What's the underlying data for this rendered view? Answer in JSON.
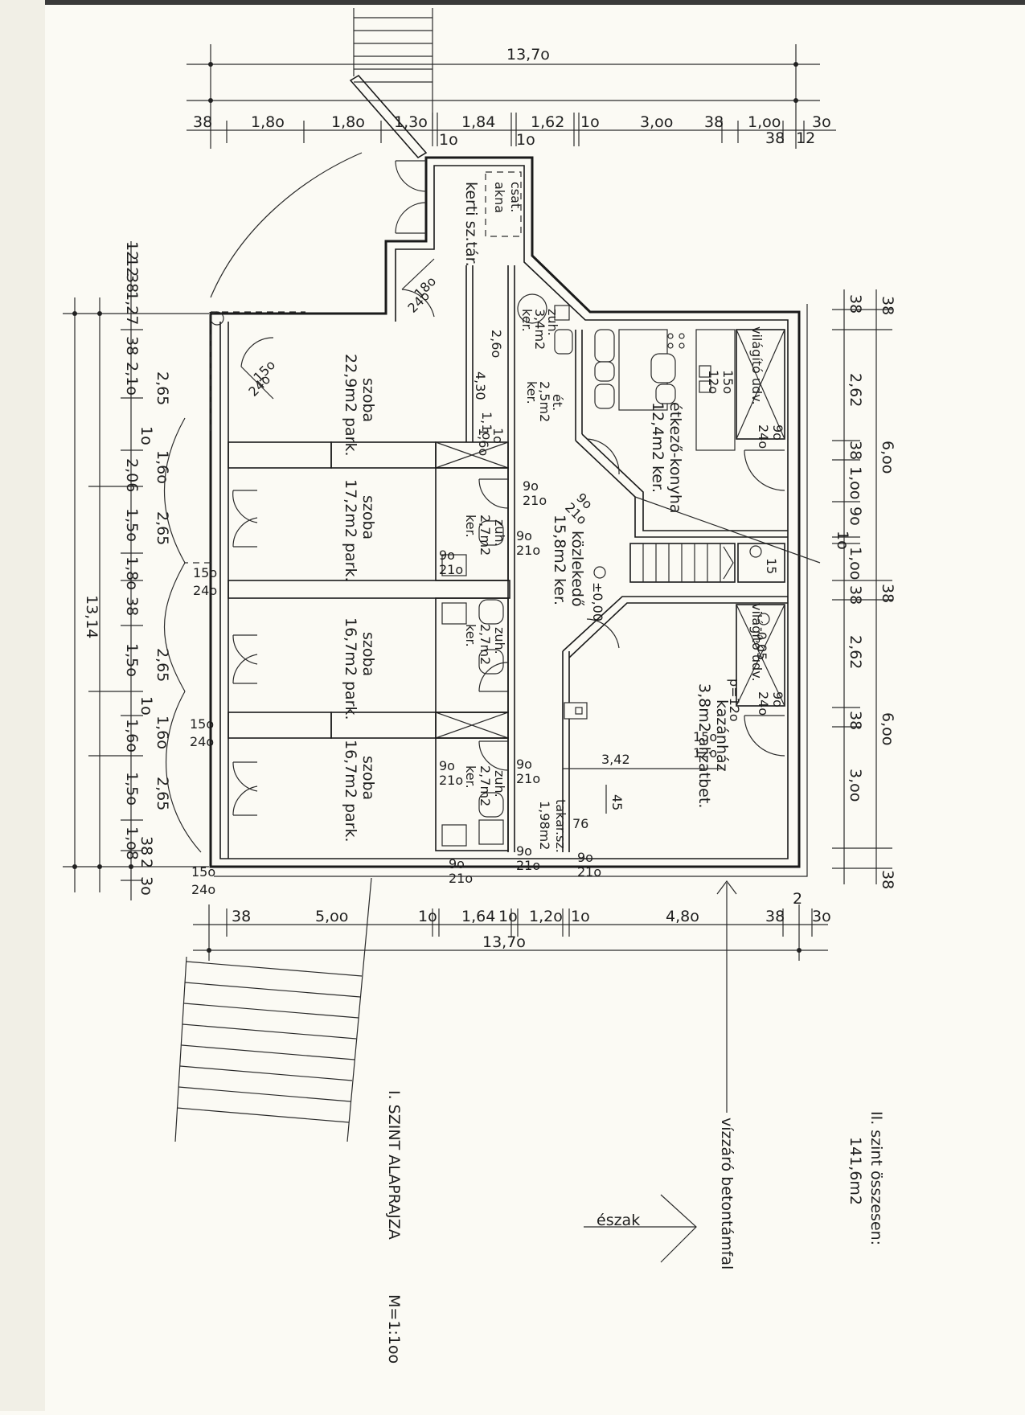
{
  "drawing": {
    "dim_top": {
      "total": "13,7o",
      "seg_1": "38",
      "seg_2": "1,8o",
      "seg_3": "1,8o",
      "seg_4": "1,3o",
      "seg_5": "1,84",
      "seg_6": "1,62",
      "seg_7": "1o",
      "seg_8": "3,oo",
      "seg_9": "38",
      "seg_10": "1,oo",
      "seg_11": "3o",
      "sub_1": "1o",
      "sub_2": "1o",
      "sub_3": "38",
      "sub_4": "12"
    },
    "dim_bottom": {
      "total": "13,7o",
      "seg_1": "38",
      "seg_2": "5,oo",
      "seg_3": "1o",
      "seg_4": "1,64",
      "seg_5": "1o",
      "seg_6": "1,2o",
      "seg_7": "1o",
      "seg_8": "4,8o",
      "seg_9": "38",
      "seg_10": "2",
      "seg_11": "3o"
    },
    "dim_left": {
      "total": "13,14",
      "outer": [
        "12",
        "12",
        "38",
        "1,27",
        "38",
        "2,1o",
        "2,06",
        "1,5o",
        "1,8o",
        "38",
        "1,5o",
        "1,6o",
        "1,5o",
        "1,o8",
        "38",
        "2",
        "3o"
      ],
      "inner": [
        "2,65",
        "1o",
        "1,6o",
        "2,65",
        "2,65",
        "1o",
        "1,6o",
        "2,65"
      ]
    },
    "dim_right": {
      "outer": [
        "38",
        "6,oo",
        "38",
        "6,oo",
        "3,oo",
        "38"
      ],
      "inner": [
        "38",
        "2,62",
        "38",
        "1,oo",
        "9o",
        "1o",
        "1,oo",
        "38",
        "2,62",
        "38"
      ]
    },
    "rooms": {
      "kertitar": "kerti sz.tár.",
      "akna_1": "csat.",
      "akna_2": "akna",
      "szoba1_name": "szoba",
      "szoba1_area": "22,9m2 park.",
      "szoba2_name": "szoba",
      "szoba2_area": "17,2m2 park.",
      "szoba3_name": "szoba",
      "szoba3_area": "16,7m2 park.",
      "szoba4_name": "szoba",
      "szoba4_area": "16,7m2 park.",
      "zuh1_name": "zuh.",
      "zuh1_area": "3,4m2",
      "zuh1_floor": "ker.",
      "wc_name": "ét.",
      "wc_area": "2,5m2",
      "wc_floor": "ker.",
      "etkezo_name": "étkező-konyha",
      "etkezo_area": "12,4m2 ker.",
      "vilagito1": "világító udv.",
      "vilagito2": "világító udv.",
      "kozlekedo_name": "közlekedő",
      "kozlekedo_area": "15,8m2 ker.",
      "zuh2_name": "zuh.",
      "zuh2_area": "2,7m2",
      "zuh2_floor": "ker.",
      "zuh3_name": "zuh.",
      "zuh3_area": "2,7m2",
      "zuh3_floor": "ker.",
      "zuh4_name": "zuh.",
      "zuh4_area": "2,7m2",
      "zuh4_floor": "ker.",
      "kazan_name": "kazánház",
      "kazan_area": "3,8m2 aljzatbet.",
      "takar_name": "takar.sz.",
      "takar_area": "1,98m2"
    },
    "openings": {
      "o1": "15o",
      "o1b": "24o",
      "o2": "18o",
      "o2b": "24o",
      "o3": "15o",
      "o3b": "24o",
      "o4": "15o",
      "o4b": "24o",
      "o5": "15o",
      "o5b": "24o",
      "o6": "15o",
      "o6b": "12o",
      "o7": "15o",
      "o7b": "12o",
      "d1": "9o",
      "d1b": "21o",
      "d2": "9o",
      "d2b": "21o",
      "d3": "9o",
      "d3b": "21o",
      "d4": "9o",
      "d4b": "21o",
      "d5": "9o",
      "d5b": "21o",
      "d6": "9o",
      "d6b": "21o",
      "d7": "9o",
      "d7b": "21o",
      "d8": "9o",
      "d8b": "24o",
      "d9": "9o",
      "d9b": "24o",
      "d10": "9o",
      "d10b": "21o",
      "d11": "1o",
      "d11b": "1,6o",
      "d12": "9o",
      "d12b": "21o"
    },
    "levels": {
      "zero": "±0,00",
      "minus": "-0,05",
      "step": "15"
    },
    "misc": {
      "m_430": "4,30",
      "m_260": "2,6o",
      "m_110": "1,1o",
      "m_342": "3,42",
      "m_45": "45",
      "m_76": "76",
      "m_p120": "p=12o"
    },
    "notes": {
      "title": "I. SZINT ALAPRAJZA",
      "scale": "M=1:1oo",
      "wall_note": "vízzáró betontámfal",
      "north": "észak",
      "total_label": "II. szint összesen:",
      "total_value": "141,6m2"
    }
  }
}
